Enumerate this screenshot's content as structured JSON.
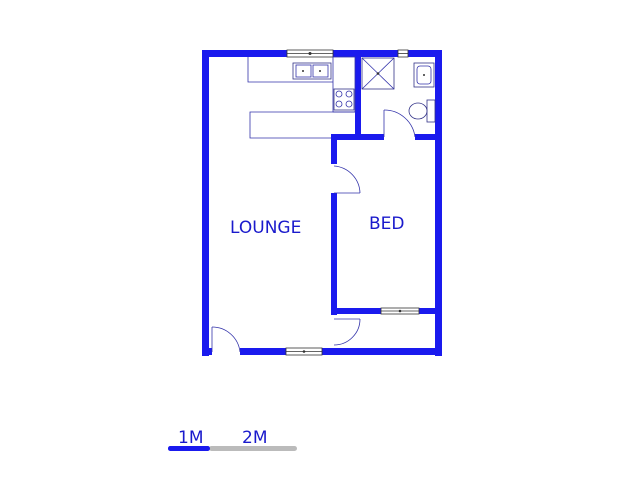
{
  "rooms": {
    "lounge": "LOUNGE",
    "bed": "BED"
  },
  "scale_bar": {
    "label_1": "1M",
    "label_2": "2M"
  },
  "colors": {
    "wall": "#1a1aee",
    "label": "#1a1acc",
    "scale_dark": "#1a1aee",
    "scale_light": "#bbbbbb"
  }
}
